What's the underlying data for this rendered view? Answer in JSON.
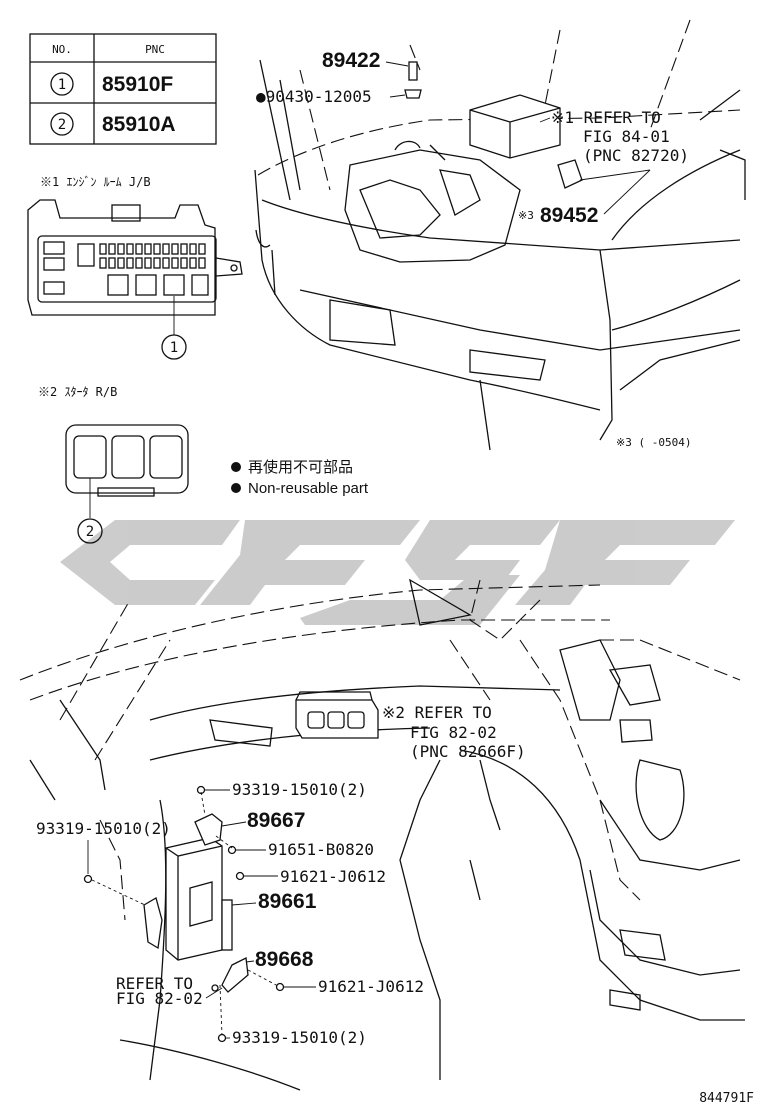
{
  "table": {
    "headers": [
      "NO.",
      "PNC"
    ],
    "rows": [
      {
        "no": "1",
        "pnc": "85910F"
      },
      {
        "no": "2",
        "pnc": "85910A"
      }
    ]
  },
  "insets": {
    "engine_room_jb_label": "※1  ｴﾝｼﾞﾝ ﾙｰﾑ J/B",
    "engine_room_jb_callout": "1",
    "starter_rb_label": "※2  ｽﾀｰﾀ R/B",
    "starter_rb_callout": "2"
  },
  "legend": {
    "jp": "再使用不可部品",
    "en": "Non-reusable part"
  },
  "top_labels": {
    "p89422": "89422",
    "p90430": "●90430-12005",
    "ref1_l1": "※1 REFER TO",
    "ref1_l2": "FIG 84-01",
    "ref1_l3": "(PNC 82720)",
    "p89452_note": "※3",
    "p89452": "89452",
    "note3": "※3 (     -0504)"
  },
  "bottom_labels": {
    "ref2_l1": "※2 REFER TO",
    "ref2_l2": "FIG 82-02",
    "ref2_l3": "(PNC 82666F)",
    "bolt_top": "93319-15010(2)",
    "p89667": "89667",
    "bolt_left": "93319-15010(2)",
    "p91651": "91651-B0820",
    "p91621a": "91621-J0612",
    "p89661": "89661",
    "p89668": "89668",
    "ref_fig_l1": "REFER TO",
    "ref_fig_l2": "FIG 82-02",
    "p91621b": "91621-J0612",
    "bolt_bottom": "93319-15010(2)"
  },
  "figure_id": "844791F",
  "watermark": {
    "color": "#c9c9c9"
  }
}
